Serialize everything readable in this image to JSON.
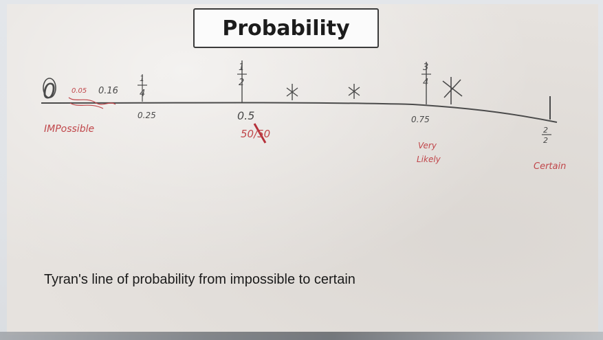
{
  "title": "Probability",
  "caption": "Tyran's line of probability from impossible to certain",
  "colors": {
    "pencil": "#4a4a4a",
    "red_ink": "#c0464a",
    "caption_text": "#1a1a1a"
  },
  "handwriting": {
    "zero": "0",
    "tiny_a": "0.05",
    "tiny_b": "0.16",
    "impossible": "IMPossible",
    "quarter_num": "1",
    "quarter_den": "4",
    "quarter_dec": "0.25",
    "half_num": "1",
    "half_den": "2",
    "half_dec": "0.5",
    "fifty_fifty": "50/50",
    "three_q_num": "3",
    "three_q_den": "4",
    "three_q_dec": "0.75",
    "very_likely_1": "Very",
    "very_likely_2": "Likely",
    "one": "1",
    "one_frac_num": "2",
    "one_frac_den": "2",
    "certain": "Certain"
  }
}
